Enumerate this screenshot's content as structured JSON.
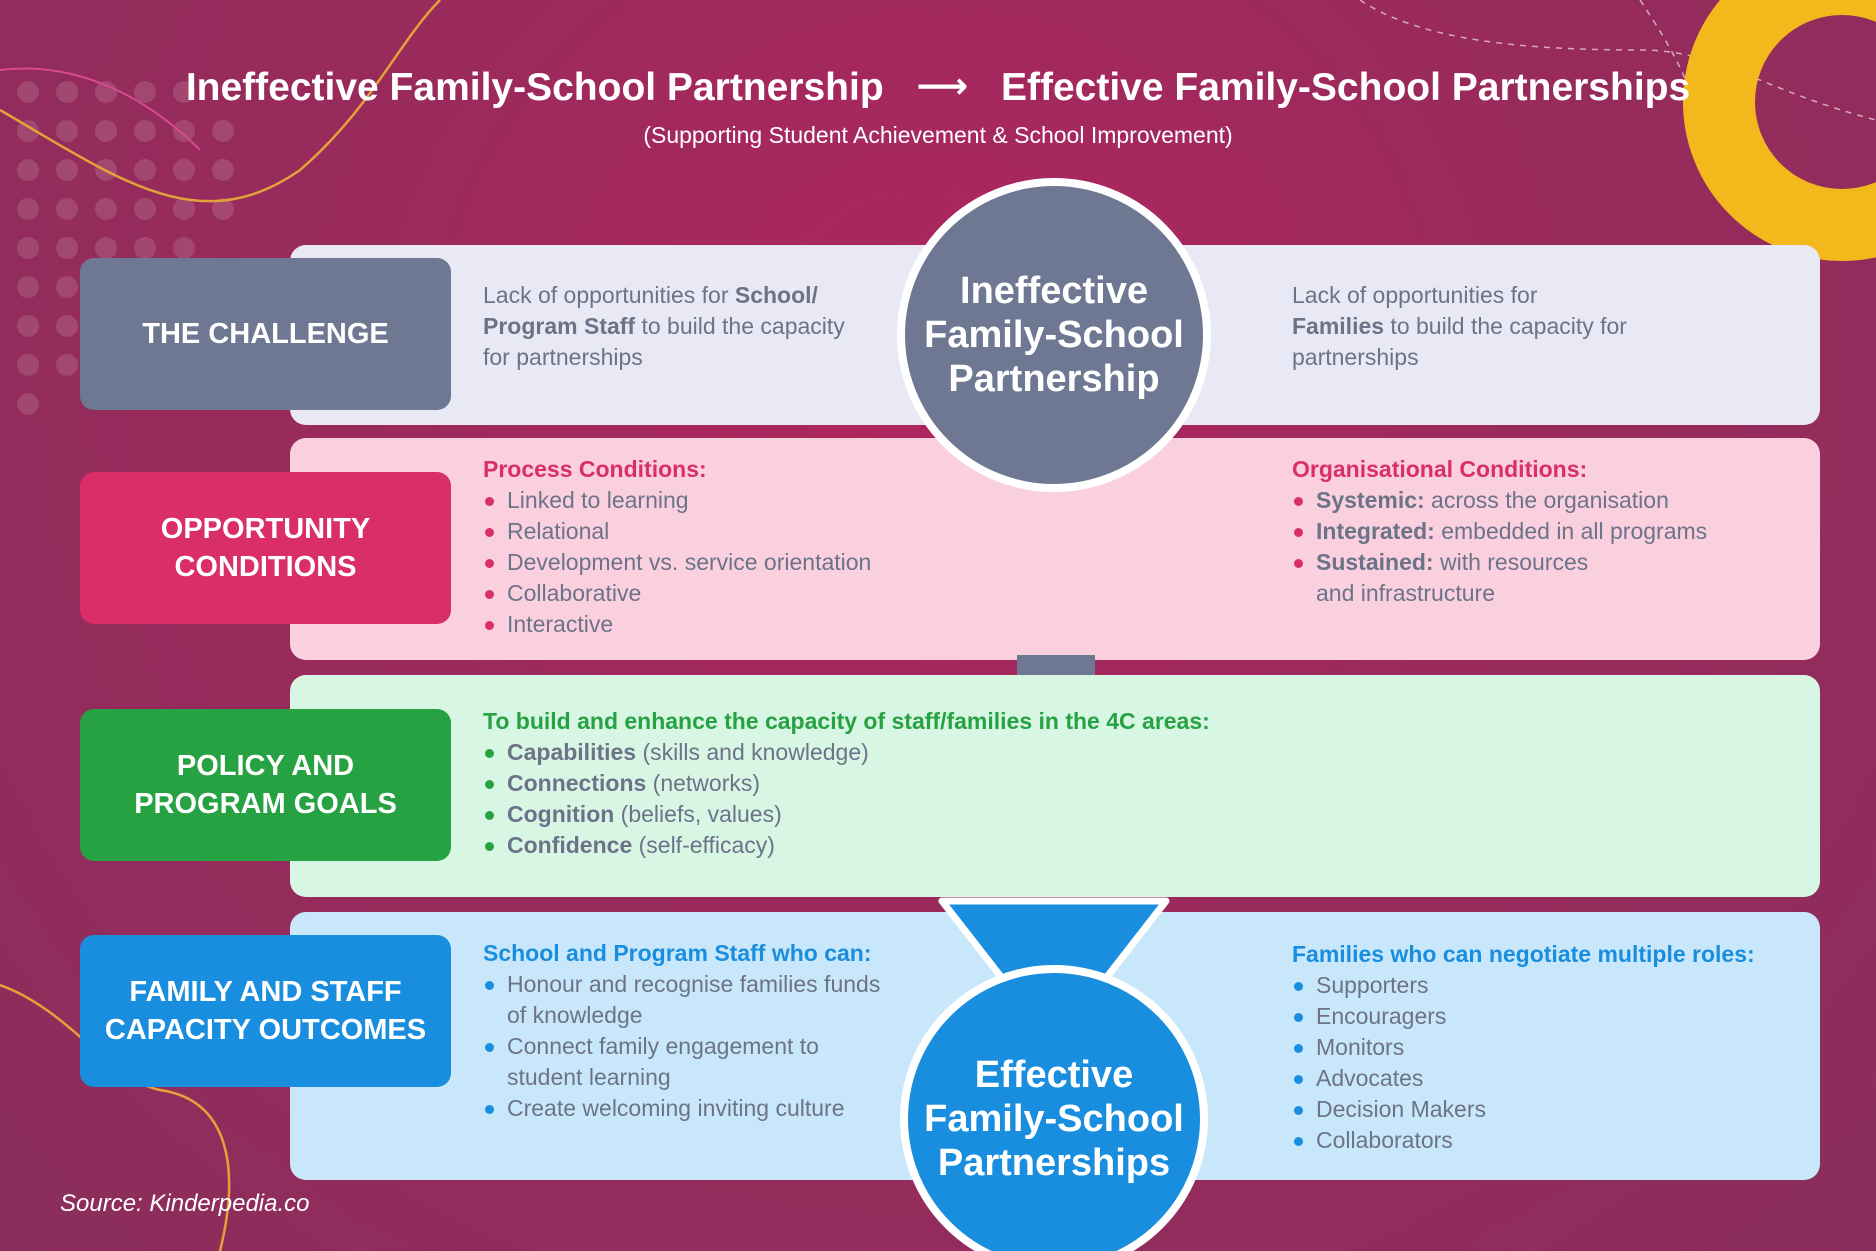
{
  "header": {
    "title_left": "Ineffective Family-School Partnership",
    "title_right": "Effective Family-School Partnerships",
    "subtitle": "(Supporting Student Achievement & School Improvement)"
  },
  "circles": {
    "top": "Ineffective\nFamily-School\nPartnership",
    "bottom": "Effective\nFamily-School\nPartnerships"
  },
  "rows": {
    "challenge": {
      "label": "THE CHALLENGE",
      "left_parts": [
        "Lack of opportunities for ",
        "School/",
        "Program Staff",
        " to build the capacity for partnerships"
      ],
      "right_parts": [
        "Lack of opportunities for ",
        "Families",
        " to build the capacity for partnerships"
      ]
    },
    "opportunity": {
      "label": "OPPORTUNITY\nCONDITIONS",
      "left_heading": "Process Conditions:",
      "left_items": [
        "Linked to learning",
        "Relational",
        "Development vs. service orientation",
        "Collaborative",
        "Interactive"
      ],
      "right_heading": "Organisational Conditions:",
      "right_items": [
        {
          "bold": "Systemic:",
          "text": " across the organisation"
        },
        {
          "bold": "Integrated:",
          "text": " embedded in all programs"
        },
        {
          "bold": "Sustained:",
          "text": " with resources and infrastructure"
        }
      ]
    },
    "policy": {
      "label": "POLICY AND\nPROGRAM GOALS",
      "heading": "To build and enhance the capacity of staff/families in the 4C areas:",
      "items": [
        {
          "bold": "Capabilities",
          "text": " (skills and knowledge)"
        },
        {
          "bold": "Connections",
          "text": " (networks)"
        },
        {
          "bold": "Cognition",
          "text": " (beliefs, values)"
        },
        {
          "bold": "Confidence",
          "text": " (self-efficacy)"
        }
      ]
    },
    "outcomes": {
      "label": "FAMILY AND STAFF\nCAPACITY OUTCOMES",
      "left_heading": "School and Program Staff who can:",
      "left_items": [
        "Honour and recognise families funds of knowledge",
        "Connect family engagement to student learning",
        "Create welcoming inviting culture"
      ],
      "right_heading": "Families who can negotiate multiple roles:",
      "right_items": [
        "Supporters",
        "Encouragers",
        "Monitors",
        "Advocates",
        "Decision Makers",
        "Collaborators"
      ]
    }
  },
  "source": "Source: Kinderpedia.co",
  "colors": {
    "background": "#9a2a5c",
    "challenge": "#6e7893",
    "opportunity": "#da2e6b",
    "policy": "#27a243",
    "outcomes": "#1a8ede",
    "accent_ring": "#f2b81c"
  }
}
